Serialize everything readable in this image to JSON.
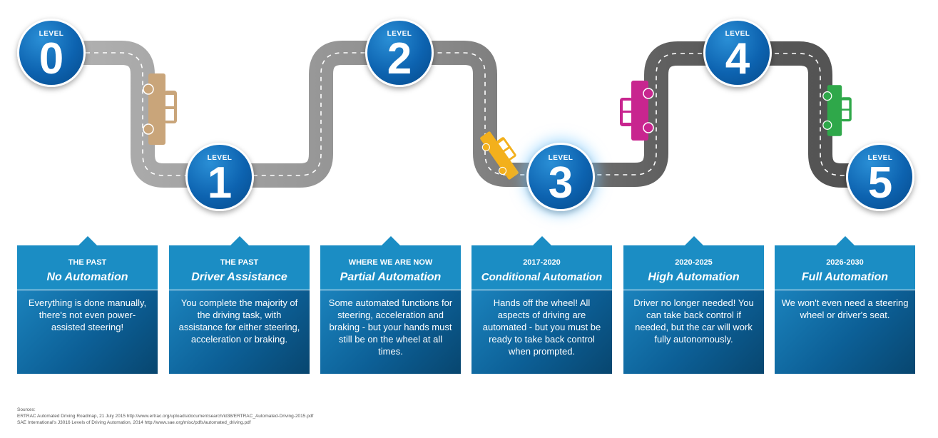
{
  "levels": [
    {
      "label": "LEVEL",
      "number": "0"
    },
    {
      "label": "LEVEL",
      "number": "1"
    },
    {
      "label": "LEVEL",
      "number": "2"
    },
    {
      "label": "LEVEL",
      "number": "3"
    },
    {
      "label": "LEVEL",
      "number": "4"
    },
    {
      "label": "LEVEL",
      "number": "5"
    }
  ],
  "cards": [
    {
      "era": "THE PAST",
      "title": "No Automation",
      "description": "Everything is done manually, there's not even power-assisted steering!"
    },
    {
      "era": "THE PAST",
      "title": "Driver Assistance",
      "description": "You complete the majority of the driving task, with assistance for either steering, acceleration or braking."
    },
    {
      "era": "WHERE WE ARE NOW",
      "title": "Partial Automation",
      "description": "Some automated functions for steering, acceleration and braking - but your hands must still be on the wheel at all times."
    },
    {
      "era": "2017-2020",
      "title": "Conditional Automation",
      "description": "Hands off the wheel! All aspects of driving are automated - but you must be ready to take back control when prompted."
    },
    {
      "era": "2020-2025",
      "title": "High Automation",
      "description": "Driver no longer needed! You can take back control if needed, but the car will work fully autonomously."
    },
    {
      "era": "2026-2030",
      "title": "Full Automation",
      "description": "We won't even need a steering wheel or driver's seat."
    }
  ],
  "cars": [
    {
      "icon": "car-icon",
      "color": "#c9a57a"
    },
    {
      "icon": "car-icon",
      "color": "#f3b01c"
    },
    {
      "icon": "car-icon",
      "color": "#c8258f"
    },
    {
      "icon": "car-icon",
      "color": "#2fa84a"
    }
  ],
  "sources": {
    "heading": "Sources:",
    "line1": "ERTRAC Automated Driving Roadmap, 21 July 2015 http://www.ertrac.org/uploads/documentsearch/id38/ERTRAC_Automated-Driving-2015.pdf",
    "line2": "SAE International's J3016 Levels of Driving Automation, 2014 http://www.sae.org/misc/pdfs/automated_driving.pdf"
  },
  "colors": {
    "circle": "#0d63b0",
    "card_header": "#1b8dc4",
    "card_body": "#0c5f96",
    "road_light": "#aaaaaa",
    "road_dark": "#555555"
  }
}
